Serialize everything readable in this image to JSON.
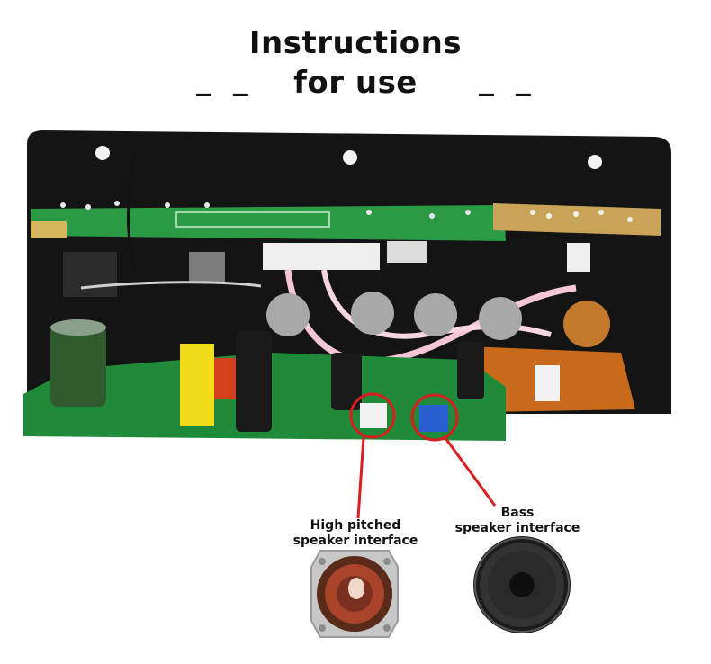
{
  "header": {
    "title_line1": "Instructions",
    "title_line2": "for use",
    "dash_left": "_ _",
    "dash_right": "_ _"
  },
  "callouts": {
    "high_pitched_line1": "High pitched",
    "high_pitched_line2": "speaker interface",
    "bass_line1": "Bass",
    "bass_line2": "speaker interface"
  },
  "colors": {
    "callout_ring": "#d81e1e",
    "pcb_green": "#1e8a3a",
    "mount_plate": "#141414",
    "amber_board": "#c96a1a"
  },
  "icons": [
    "amplifier-board-photo",
    "tweeter-speaker-icon",
    "woofer-speaker-icon"
  ]
}
